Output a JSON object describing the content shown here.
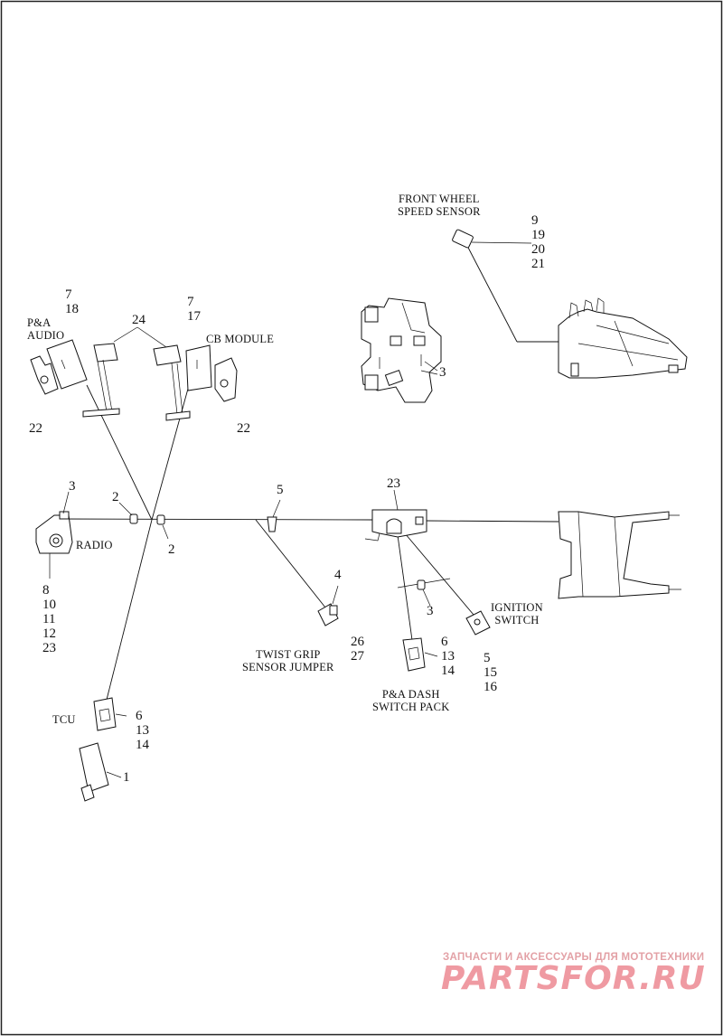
{
  "labels": {
    "front_wheel_speed_sensor": [
      "FRONT WHEEL",
      "SPEED SENSOR"
    ],
    "pa_audio": [
      "P&A",
      "AUDIO"
    ],
    "cb_module": "CB MODULE",
    "radio": "RADIO",
    "twist_grip_sensor_jumper": [
      "TWIST GRIP",
      "SENSOR JUMPER"
    ],
    "pa_dash_switch_pack": [
      "P&A DASH",
      "SWITCH PACK"
    ],
    "ignition_switch": [
      "IGNITION",
      "SWITCH"
    ],
    "tcu": "TCU"
  },
  "callouts": {
    "front_wheel_sensor": [
      "9",
      "19",
      "20",
      "21"
    ],
    "pa_audio": [
      "7",
      "18"
    ],
    "connectors_24": "24",
    "cb_module": [
      "7",
      "17"
    ],
    "bracket_3_top": "3",
    "clip_22_left": "22",
    "clip_22_right": "22",
    "radio_3": "3",
    "tie_2_left": "2",
    "tie_2_right": "2",
    "clip_5": "5",
    "bracket_23": "23",
    "radio_parts": [
      "8",
      "10",
      "11",
      "12",
      "23"
    ],
    "jumper_4": "4",
    "jumper_parts": [
      "26",
      "27"
    ],
    "tie_3_bottom": "3",
    "dash_switch_parts": [
      "6",
      "13",
      "14"
    ],
    "ignition_parts": [
      "5",
      "15",
      "16"
    ],
    "tcu_parts": [
      "6",
      "13",
      "14"
    ],
    "part_1": "1"
  },
  "watermark": {
    "tagline": "ЗАПЧАСТИ И АКСЕССУАРЫ ДЛЯ МОТОТЕХНИКИ",
    "logo": "PARTSFOR.RU"
  }
}
